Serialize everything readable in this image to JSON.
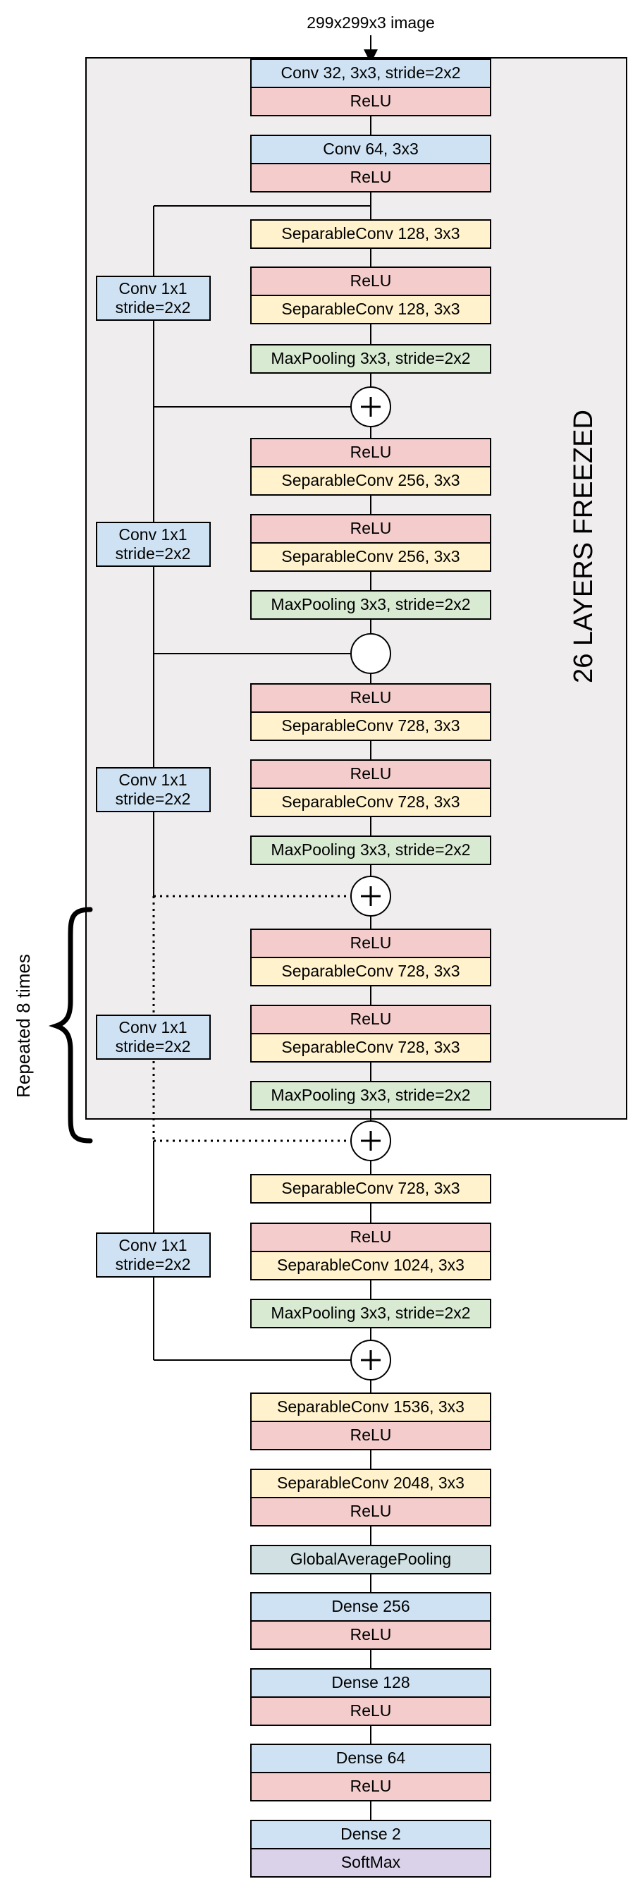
{
  "input_label": "299x299x3 image",
  "frozen_label": "26 LAYERS FREEZED",
  "repeat_label": "Repeated 8 times",
  "colors": {
    "conv": "#cfe2f3",
    "relu": "#f4cccc",
    "separable": "#fff2cc",
    "pool": "#d9ead3",
    "gap": "#d0e0e3",
    "softmax": "#d9d2e9",
    "frozen_bg": "#efedee"
  },
  "layers": [
    {
      "id": "conv32",
      "label": "Conv 32, 3x3, stride=2x2",
      "kind": "conv"
    },
    {
      "id": "relu1",
      "label": "ReLU",
      "kind": "relu"
    },
    {
      "id": "conv64",
      "label": "Conv 64, 3x3",
      "kind": "conv"
    },
    {
      "id": "relu2",
      "label": "ReLU",
      "kind": "relu"
    },
    {
      "id": "sep128a",
      "label": "SeparableConv 128, 3x3",
      "kind": "separable"
    },
    {
      "id": "relu3",
      "label": "ReLU",
      "kind": "relu"
    },
    {
      "id": "sep128b",
      "label": "SeparableConv 128, 3x3",
      "kind": "separable"
    },
    {
      "id": "pool1",
      "label": "MaxPooling 3x3, stride=2x2",
      "kind": "pool"
    },
    {
      "id": "relu4",
      "label": "ReLU",
      "kind": "relu"
    },
    {
      "id": "sep256a",
      "label": "SeparableConv 256, 3x3",
      "kind": "separable"
    },
    {
      "id": "relu5",
      "label": "ReLU",
      "kind": "relu"
    },
    {
      "id": "sep256b",
      "label": "SeparableConv 256, 3x3",
      "kind": "separable"
    },
    {
      "id": "pool2",
      "label": "MaxPooling 3x3, stride=2x2",
      "kind": "pool"
    },
    {
      "id": "relu6",
      "label": "ReLU",
      "kind": "relu"
    },
    {
      "id": "sep728a",
      "label": "SeparableConv 728, 3x3",
      "kind": "separable"
    },
    {
      "id": "relu7",
      "label": "ReLU",
      "kind": "relu"
    },
    {
      "id": "sep728b",
      "label": "SeparableConv 728, 3x3",
      "kind": "separable"
    },
    {
      "id": "pool3",
      "label": "MaxPooling 3x3, stride=2x2",
      "kind": "pool"
    },
    {
      "id": "relu8",
      "label": "ReLU",
      "kind": "relu"
    },
    {
      "id": "sep728c",
      "label": "SeparableConv 728, 3x3",
      "kind": "separable"
    },
    {
      "id": "relu9",
      "label": "ReLU",
      "kind": "relu"
    },
    {
      "id": "sep728d",
      "label": "SeparableConv 728, 3x3",
      "kind": "separable"
    },
    {
      "id": "pool4",
      "label": "MaxPooling 3x3, stride=2x2",
      "kind": "pool"
    },
    {
      "id": "sep728e",
      "label": "SeparableConv 728, 3x3",
      "kind": "separable"
    },
    {
      "id": "relu10",
      "label": "ReLU",
      "kind": "relu"
    },
    {
      "id": "sep1024",
      "label": "SeparableConv 1024, 3x3",
      "kind": "separable"
    },
    {
      "id": "pool5",
      "label": "MaxPooling 3x3, stride=2x2",
      "kind": "pool"
    },
    {
      "id": "sep1536",
      "label": "SeparableConv 1536, 3x3",
      "kind": "separable"
    },
    {
      "id": "relu11",
      "label": "ReLU",
      "kind": "relu"
    },
    {
      "id": "sep2048",
      "label": "SeparableConv 2048, 3x3",
      "kind": "separable"
    },
    {
      "id": "relu12",
      "label": "ReLU",
      "kind": "relu"
    },
    {
      "id": "gap",
      "label": "GlobalAveragePooling",
      "kind": "gap"
    },
    {
      "id": "dense256",
      "label": "Dense 256",
      "kind": "conv"
    },
    {
      "id": "relu13",
      "label": "ReLU",
      "kind": "relu"
    },
    {
      "id": "dense128",
      "label": "Dense 128",
      "kind": "conv"
    },
    {
      "id": "relu14",
      "label": "ReLU",
      "kind": "relu"
    },
    {
      "id": "dense64",
      "label": "Dense 64",
      "kind": "conv"
    },
    {
      "id": "relu15",
      "label": "ReLU",
      "kind": "relu"
    },
    {
      "id": "dense2",
      "label": "Dense 2",
      "kind": "conv"
    },
    {
      "id": "softmax",
      "label": "SoftMax",
      "kind": "softmax"
    }
  ],
  "shortcuts": [
    {
      "id": "sc1",
      "line1": "Conv 1x1",
      "line2": "stride=2x2"
    },
    {
      "id": "sc2",
      "line1": "Conv 1x1",
      "line2": "stride=2x2"
    },
    {
      "id": "sc3",
      "line1": "Conv 1x1",
      "line2": "stride=2x2"
    },
    {
      "id": "sc4",
      "line1": "Conv 1x1",
      "line2": "stride=2x2"
    },
    {
      "id": "sc5",
      "line1": "Conv 1x1",
      "line2": "stride=2x2"
    }
  ]
}
